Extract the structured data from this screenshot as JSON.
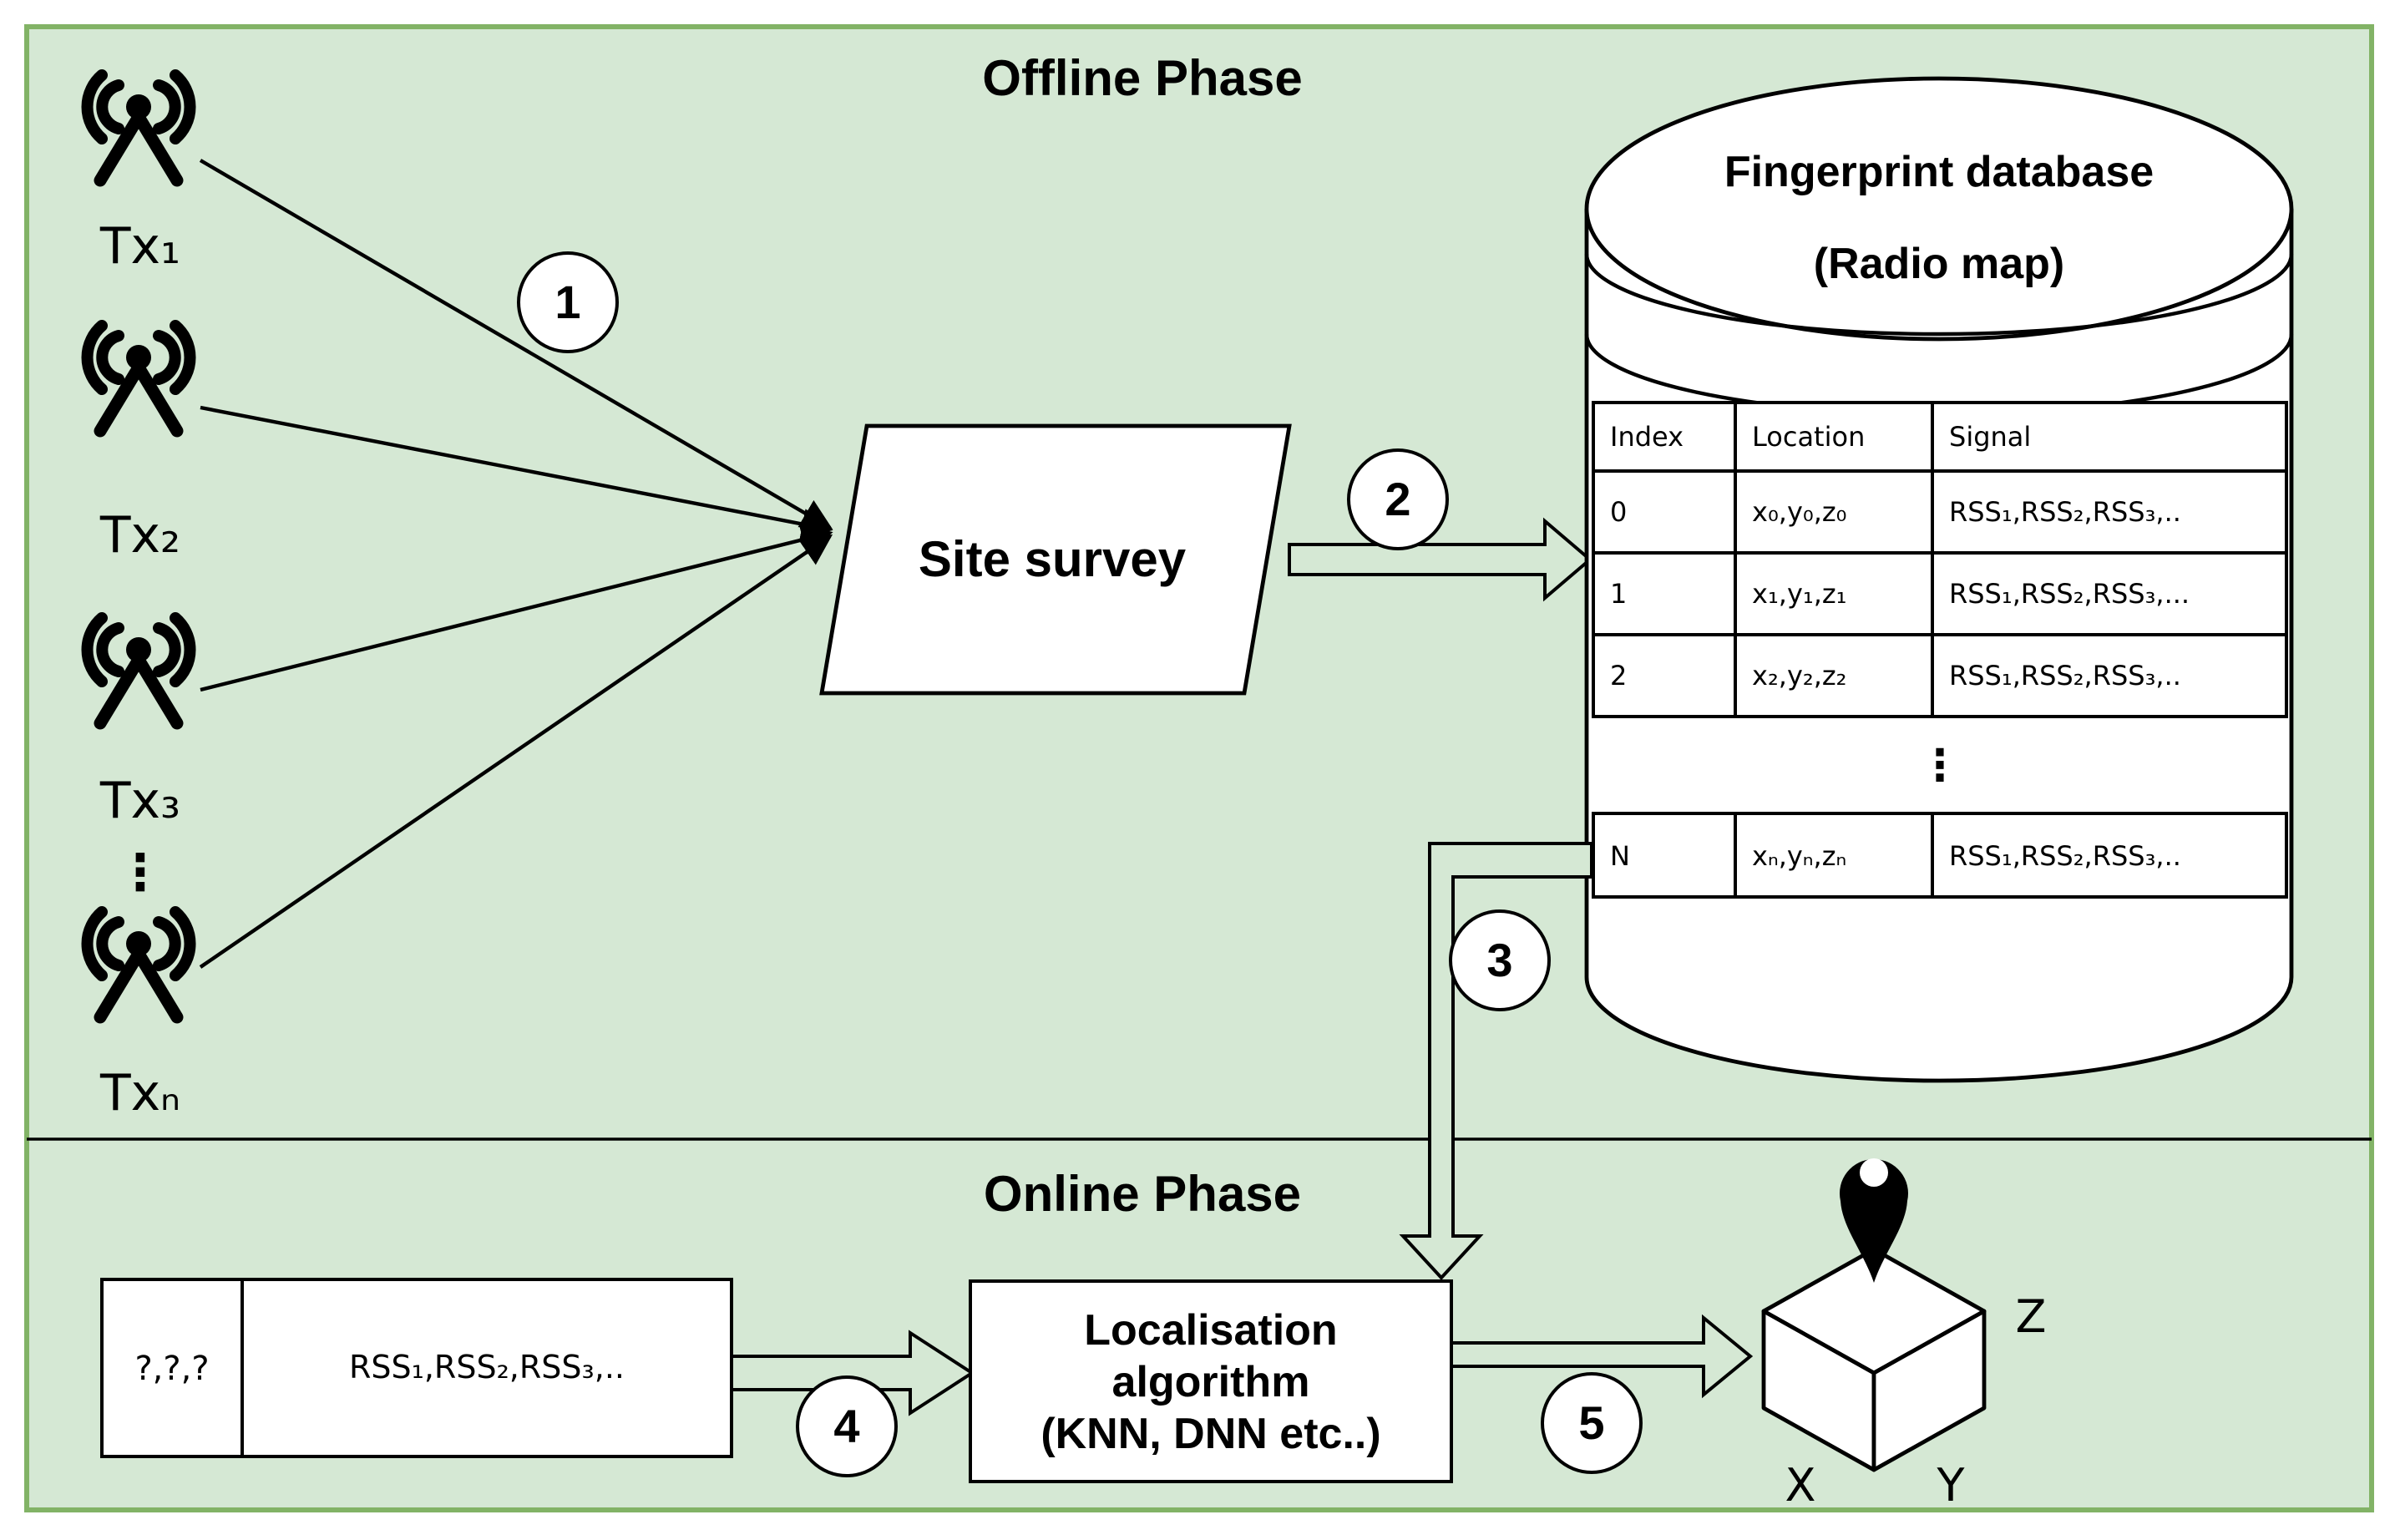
{
  "panel": {
    "fill": "#d5e8d4",
    "border": "#82b366"
  },
  "steps": [
    "1",
    "2",
    "3",
    "4",
    "5"
  ],
  "offline": {
    "title": "Offline Phase",
    "transmitters": [
      {
        "label": "Tx₁"
      },
      {
        "label": "Tx₂"
      },
      {
        "label": "Tx₃"
      },
      {
        "label": "Txₙ"
      }
    ],
    "transmitter_ellipsis": "⋮",
    "site_survey": "Site survey",
    "database": {
      "title_line1": "Fingerprint database",
      "title_line2": "(Radio map)",
      "table": {
        "headers": [
          "Index",
          "Location",
          "Signal"
        ],
        "rows": [
          [
            "0",
            "x₀,y₀,z₀",
            "RSS₁,RSS₂,RSS₃,.."
          ],
          [
            "1",
            "x₁,y₁,z₁",
            "RSS₁,RSS₂,RSS₃,..."
          ],
          [
            "2",
            "x₂,y₂,z₂",
            "RSS₁,RSS₂,RSS₃,.."
          ]
        ],
        "ellipsis": "⋮",
        "last_row": [
          "N",
          "xₙ,yₙ,zₙ",
          "RSS₁,RSS₂,RSS₃,.."
        ]
      }
    }
  },
  "online": {
    "title": "Online Phase",
    "query": {
      "location": "?,?,?",
      "signal": "RSS₁,RSS₂,RSS₃,.."
    },
    "algorithm": {
      "line1": "Localisation",
      "line2": "algorithm",
      "line3": "(KNN, DNN etc..)"
    },
    "axes": {
      "x": "X",
      "y": "Y",
      "z": "Z"
    }
  }
}
